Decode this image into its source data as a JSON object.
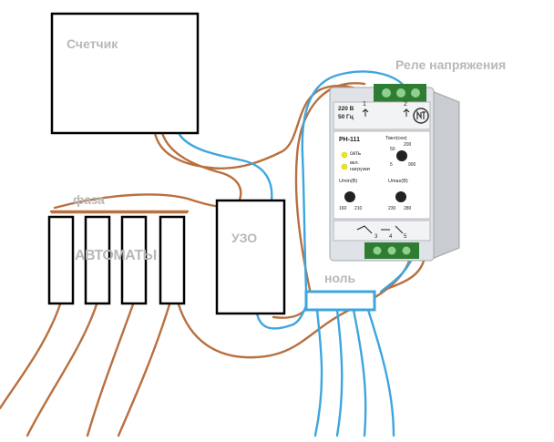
{
  "labels": {
    "meter": "Счетчик",
    "relay_title": "Реле напряжения",
    "phase": "фаза",
    "breakers": "АВТОМАТЫ",
    "rcd": "УЗО",
    "neutral": "ноль"
  },
  "relay": {
    "rating_voltage": "220 В",
    "rating_freq": "50 Гц",
    "terminal_top_1": "1",
    "terminal_top_2": "2",
    "model": "РН-111",
    "led_net": "сеть",
    "led_load_1": "вкл.",
    "led_load_2": "нагрузки",
    "tdelay_label": "Твкл(сек)",
    "tdelay_ticks": [
      "50",
      "200",
      "5",
      "900"
    ],
    "umin_label": "Umin(В)",
    "umin_ticks": [
      "160",
      "210"
    ],
    "umax_label": "Umax(В)",
    "umax_ticks": [
      "230",
      "280"
    ],
    "terminal_bottom": [
      "3",
      "4",
      "5"
    ]
  },
  "colors": {
    "phase_wire": "#b9703f",
    "neutral_wire": "#3da6df",
    "box_outline": "#000000",
    "label_gray": "#b8b8b8",
    "relay_body": "#dfe2e6",
    "terminal_green": "#2e7d32",
    "led_yellow": "#e8e12a"
  }
}
